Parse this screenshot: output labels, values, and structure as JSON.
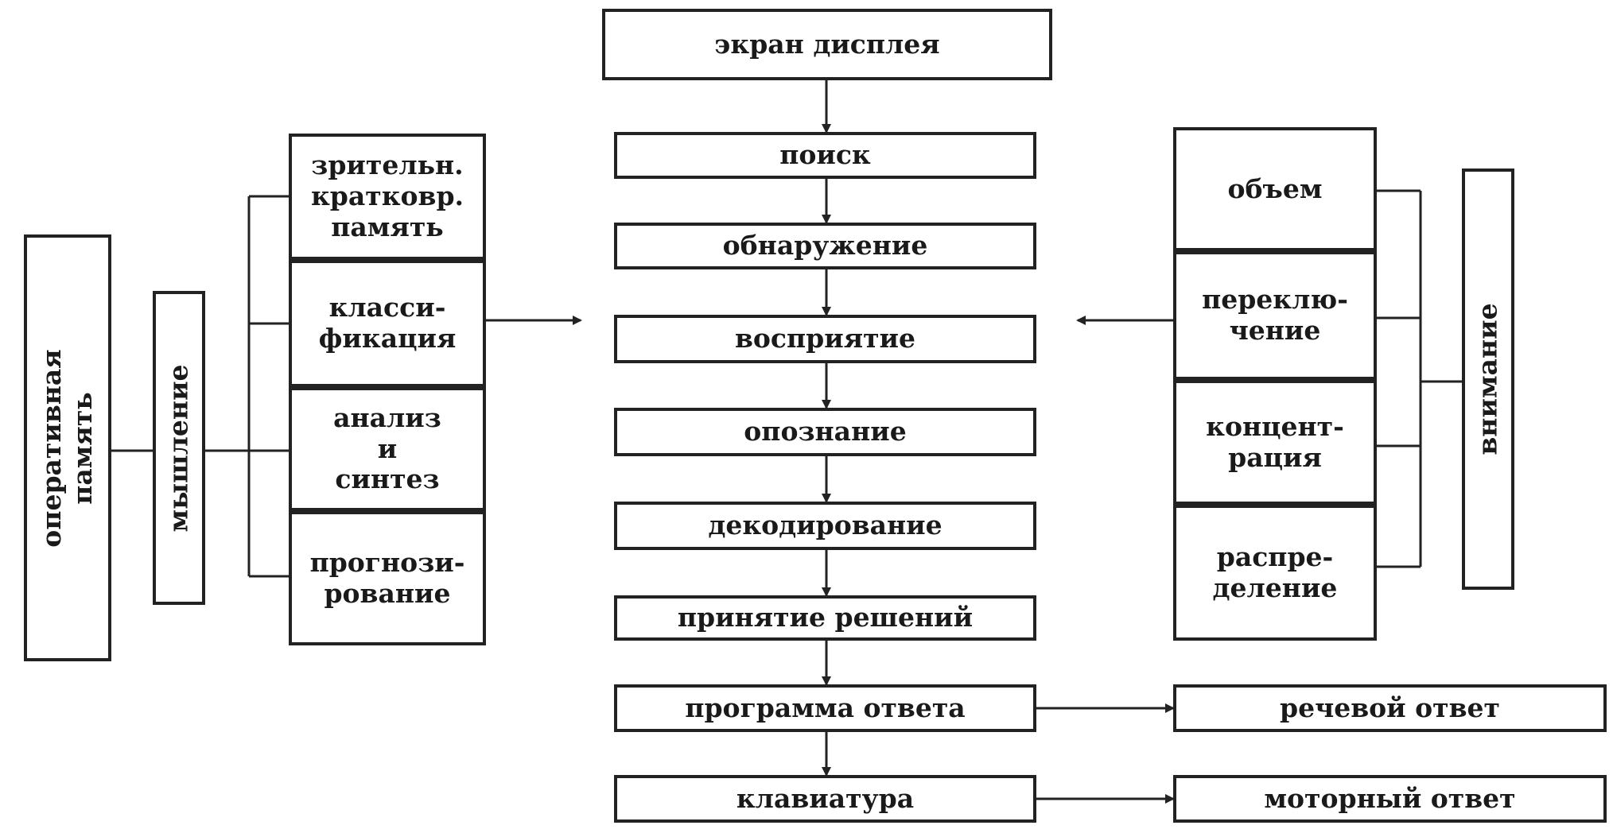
{
  "left": {
    "memory": "оперативная\nпамять",
    "thinking": "мышление",
    "stack": [
      "зрительн.\nкратковр.\nпамять",
      "класси-\nфикация",
      "анализ\nи\nсинтез",
      "прогнози-\nрование"
    ]
  },
  "center": [
    "экран дисплея",
    "поиск",
    "обнаружение",
    "восприятие",
    "опознание",
    "декодирование",
    "принятие решений",
    "программа ответа",
    "клавиатура"
  ],
  "right": {
    "stack": [
      "объем",
      "переклю-\nчение",
      "концент-\nрация",
      "распре-\nделение"
    ],
    "attention": "внимание"
  },
  "outputs": {
    "speech": "речевой ответ",
    "motor": "моторный ответ"
  }
}
